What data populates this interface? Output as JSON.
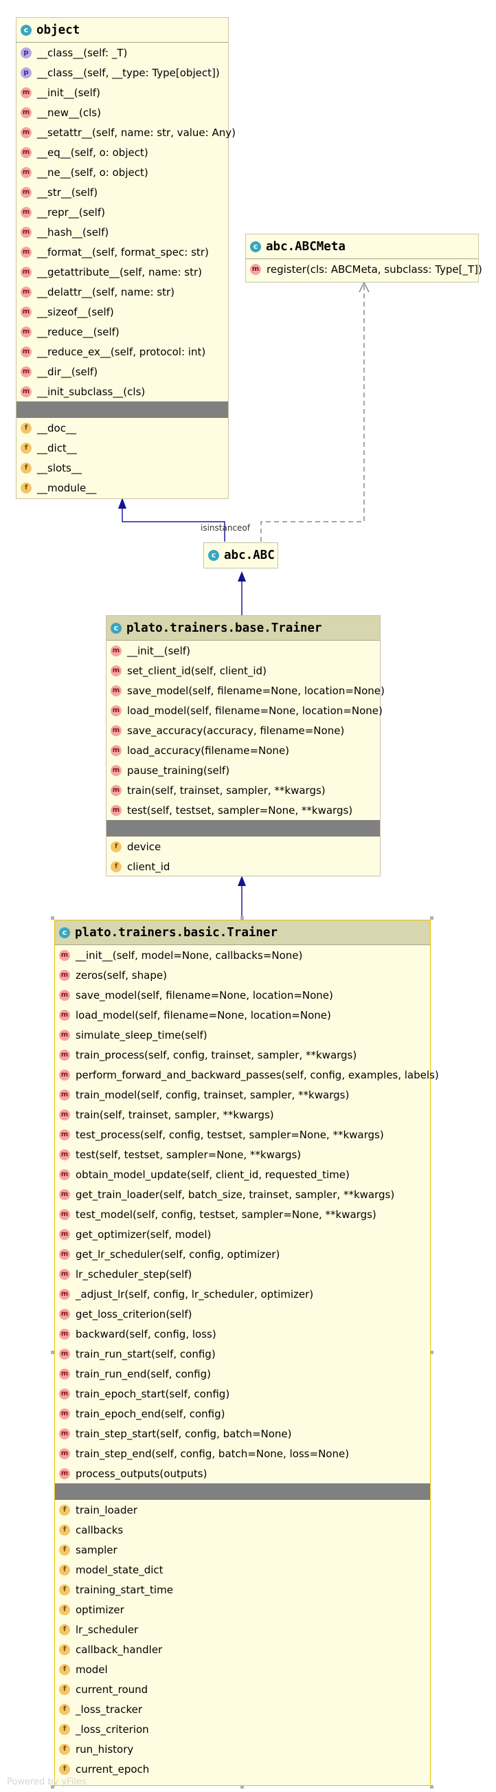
{
  "classes": {
    "object": {
      "name": "object",
      "methods": [
        {
          "kind": "p",
          "text": "__class__(self: _T)"
        },
        {
          "kind": "p",
          "text": "__class__(self, __type: Type[object])"
        },
        {
          "kind": "m",
          "text": "__init__(self)"
        },
        {
          "kind": "m",
          "text": "__new__(cls)"
        },
        {
          "kind": "m",
          "text": "__setattr__(self, name: str, value: Any)"
        },
        {
          "kind": "m",
          "text": "__eq__(self, o: object)"
        },
        {
          "kind": "m",
          "text": "__ne__(self, o: object)"
        },
        {
          "kind": "m",
          "text": "__str__(self)"
        },
        {
          "kind": "m",
          "text": "__repr__(self)"
        },
        {
          "kind": "m",
          "text": "__hash__(self)"
        },
        {
          "kind": "m",
          "text": "__format__(self, format_spec: str)"
        },
        {
          "kind": "m",
          "text": "__getattribute__(self, name: str)"
        },
        {
          "kind": "m",
          "text": "__delattr__(self, name: str)"
        },
        {
          "kind": "m",
          "text": "__sizeof__(self)"
        },
        {
          "kind": "m",
          "text": "__reduce__(self)"
        },
        {
          "kind": "m",
          "text": "__reduce_ex__(self, protocol: int)"
        },
        {
          "kind": "m",
          "text": "__dir__(self)"
        },
        {
          "kind": "m",
          "text": "__init_subclass__(cls)"
        }
      ],
      "fields": [
        "__doc__",
        "__dict__",
        "__slots__",
        "__module__"
      ]
    },
    "abcmeta": {
      "name": "abc.ABCMeta",
      "methods": [
        {
          "kind": "m",
          "text": "register(cls: ABCMeta, subclass: Type[_T])"
        }
      ]
    },
    "abc": {
      "name": "abc.ABC"
    },
    "base_trainer": {
      "name": "plato.trainers.base.Trainer",
      "methods": [
        {
          "kind": "m",
          "text": "__init__(self)"
        },
        {
          "kind": "m",
          "text": "set_client_id(self, client_id)"
        },
        {
          "kind": "m",
          "text": "save_model(self, filename=None, location=None)"
        },
        {
          "kind": "m",
          "text": "load_model(self, filename=None, location=None)"
        },
        {
          "kind": "m",
          "text": "save_accuracy(accuracy, filename=None)"
        },
        {
          "kind": "m",
          "text": "load_accuracy(filename=None)"
        },
        {
          "kind": "m",
          "text": "pause_training(self)"
        },
        {
          "kind": "m",
          "text": "train(self, trainset, sampler, **kwargs)"
        },
        {
          "kind": "m",
          "text": "test(self, testset, sampler=None, **kwargs)"
        }
      ],
      "fields": [
        "device",
        "client_id"
      ]
    },
    "basic_trainer": {
      "name": "plato.trainers.basic.Trainer",
      "methods": [
        {
          "kind": "m",
          "text": "__init__(self, model=None, callbacks=None)"
        },
        {
          "kind": "m",
          "text": "zeros(self, shape)"
        },
        {
          "kind": "m",
          "text": "save_model(self, filename=None, location=None)"
        },
        {
          "kind": "m",
          "text": "load_model(self, filename=None, location=None)"
        },
        {
          "kind": "m",
          "text": "simulate_sleep_time(self)"
        },
        {
          "kind": "m",
          "text": "train_process(self, config, trainset, sampler, **kwargs)"
        },
        {
          "kind": "m",
          "text": "perform_forward_and_backward_passes(self, config, examples, labels)"
        },
        {
          "kind": "m",
          "text": "train_model(self, config, trainset, sampler, **kwargs)"
        },
        {
          "kind": "m",
          "text": "train(self, trainset, sampler, **kwargs)"
        },
        {
          "kind": "m",
          "text": "test_process(self, config, testset, sampler=None, **kwargs)"
        },
        {
          "kind": "m",
          "text": "test(self, testset, sampler=None, **kwargs)"
        },
        {
          "kind": "m",
          "text": "obtain_model_update(self, client_id, requested_time)"
        },
        {
          "kind": "m",
          "text": "get_train_loader(self, batch_size, trainset, sampler, **kwargs)"
        },
        {
          "kind": "m",
          "text": "test_model(self, config, testset, sampler=None, **kwargs)"
        },
        {
          "kind": "m",
          "text": "get_optimizer(self, model)"
        },
        {
          "kind": "m",
          "text": "get_lr_scheduler(self, config, optimizer)"
        },
        {
          "kind": "m",
          "text": "lr_scheduler_step(self)"
        },
        {
          "kind": "m",
          "text": "_adjust_lr(self, config, lr_scheduler, optimizer)"
        },
        {
          "kind": "m",
          "text": "get_loss_criterion(self)"
        },
        {
          "kind": "m",
          "text": "backward(self, config, loss)"
        },
        {
          "kind": "m",
          "text": "train_run_start(self, config)"
        },
        {
          "kind": "m",
          "text": "train_run_end(self, config)"
        },
        {
          "kind": "m",
          "text": "train_epoch_start(self, config)"
        },
        {
          "kind": "m",
          "text": "train_epoch_end(self, config)"
        },
        {
          "kind": "m",
          "text": "train_step_start(self, config, batch=None)"
        },
        {
          "kind": "m",
          "text": "train_step_end(self, config, batch=None, loss=None)"
        },
        {
          "kind": "m",
          "text": "process_outputs(outputs)"
        }
      ],
      "fields": [
        "train_loader",
        "callbacks",
        "sampler",
        "model_state_dict",
        "training_start_time",
        "optimizer",
        "lr_scheduler",
        "callback_handler",
        "model",
        "current_round",
        "_loss_tracker",
        "_loss_criterion",
        "run_history",
        "current_epoch"
      ]
    }
  },
  "edges": {
    "isinstanceof_label": "isinstanceof"
  },
  "icons": {
    "class_icon": "c",
    "method_icon": "m",
    "property_icon": "p",
    "field_icon": "f"
  },
  "footer": "Powered by yFiles"
}
